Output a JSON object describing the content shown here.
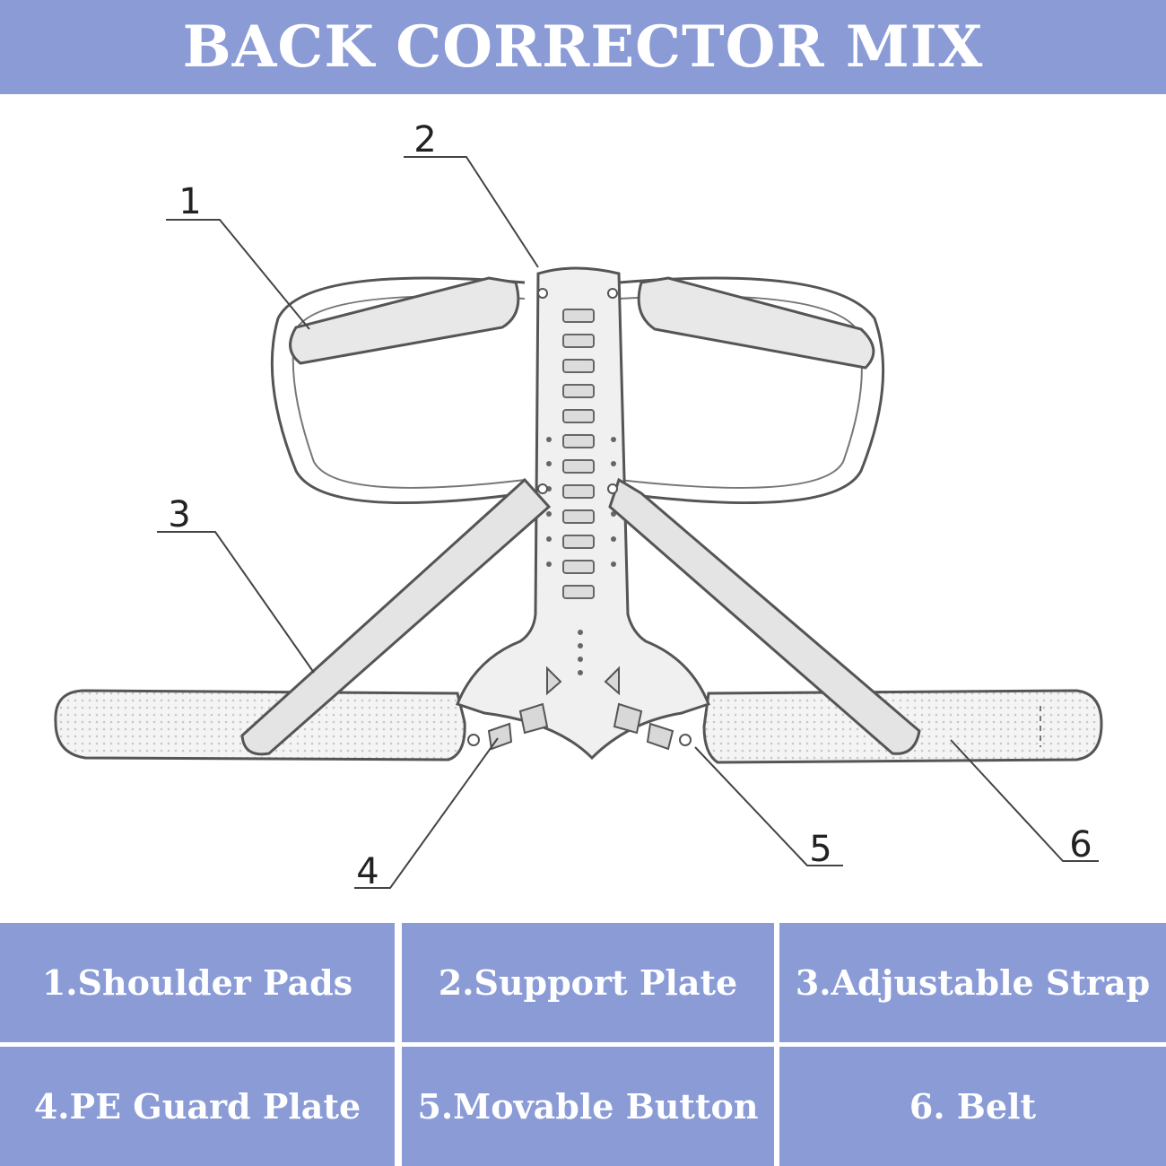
{
  "header": {
    "title": "BACK CORRECTOR MIX"
  },
  "callouts": [
    {
      "number": "1"
    },
    {
      "number": "2"
    },
    {
      "number": "3"
    },
    {
      "number": "4"
    },
    {
      "number": "5"
    },
    {
      "number": "6"
    }
  ],
  "legend": {
    "items": [
      {
        "label": "1.Shoulder Pads"
      },
      {
        "label": "2.Support Plate"
      },
      {
        "label": "3.Adjustable Strap"
      },
      {
        "label": "4.PE Guard Plate"
      },
      {
        "label": "5.Movable Button"
      },
      {
        "label": "6. Belt"
      }
    ]
  },
  "colors": {
    "accent": "#8a9bd6",
    "line": "#555555",
    "fill": "#eeeeee"
  }
}
